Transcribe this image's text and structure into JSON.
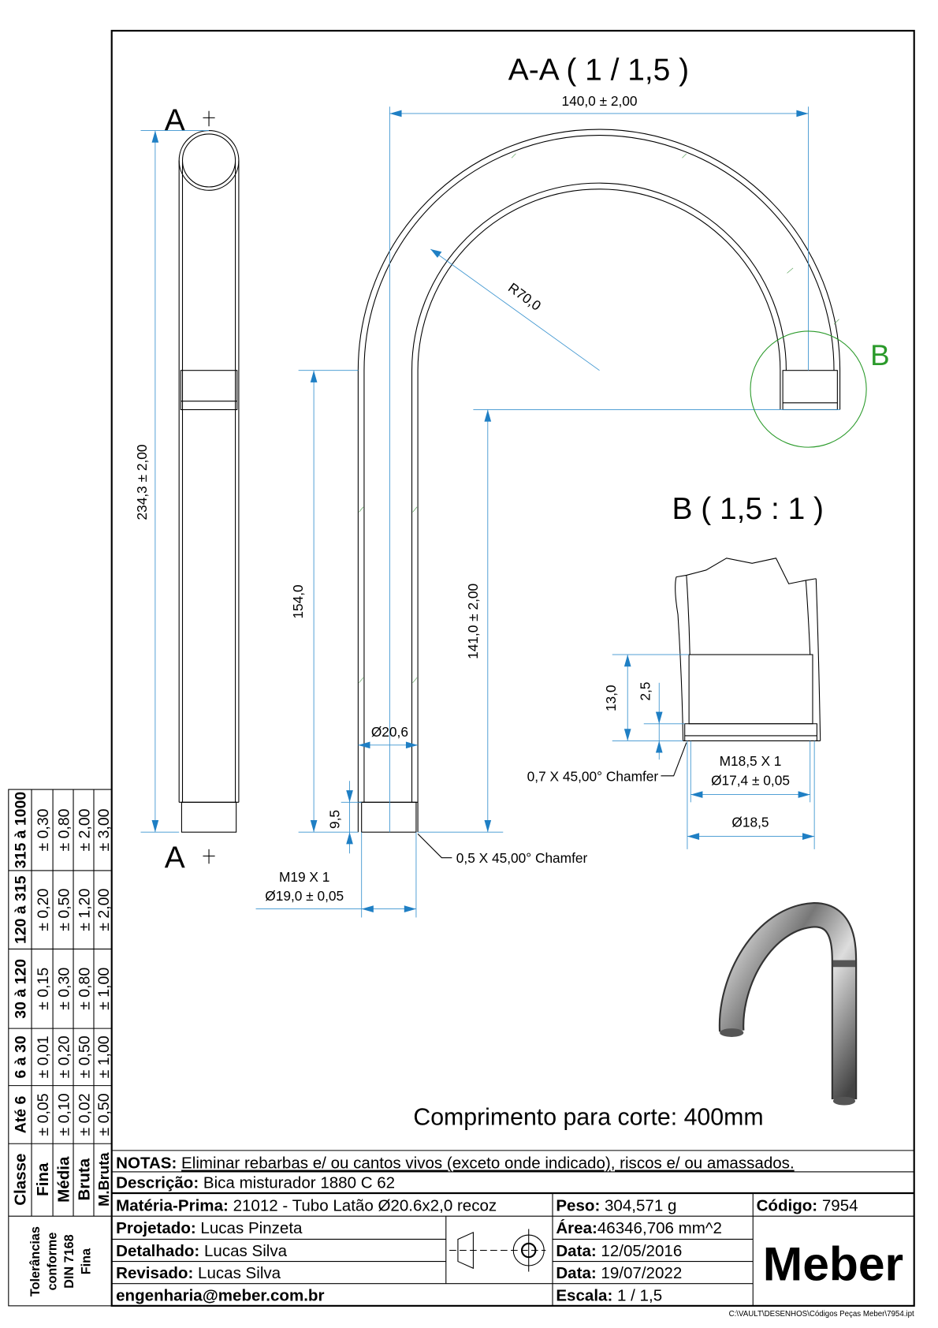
{
  "colors": {
    "dimension": "#3a93cf",
    "detail_circle": "#2a9a2a",
    "line": "#000000"
  },
  "side_view": {
    "section_label_top": "A",
    "section_label_bottom": "A",
    "height_dim": "234,3 ± 2,00"
  },
  "section_view": {
    "title": "A-A ( 1 / 1,5 )",
    "width_dim": "140,0 ± 2,00",
    "radius_dim": "R70,0",
    "left_leg_dim": "154,0",
    "right_leg_dim": "141,0 ± 2,00",
    "tube_diameter": "Ø20,6",
    "thread_length": "9,5",
    "thread_spec": "M19 X 1",
    "thread_diameter": "Ø19,0 ± 0,05",
    "chamfer": "0,5 X 45,00° Chamfer",
    "detail_label": "B"
  },
  "detail_view": {
    "title": "B ( 1,5 : 1 )",
    "depth_dim": "13,0",
    "step_dim": "2,5",
    "chamfer": "0,7 X 45,00° Chamfer",
    "thread_spec": "M18,5 X 1",
    "inner_diameter": "Ø17,4 ± 0,05",
    "outer_diameter": "Ø18,5"
  },
  "cut_length": "Comprimento para corte: 400mm",
  "title_block": {
    "notes_label": "NOTAS:",
    "notes": "Eliminar rebarbas e/ ou cantos vivos (exceto onde indicado), riscos e/ ou amassados.",
    "description_label": "Descrição:",
    "description": "Bica misturador 1880 C 62",
    "material_label": "Matéria-Prima:",
    "material": "21012 - Tubo Latão Ø20.6x2,0 recoz",
    "weight_label": "Peso:",
    "weight": "304,571 g",
    "code_label": "Código:",
    "code": "7954",
    "designed_label": "Projetado:",
    "designed": "Lucas Pinzeta",
    "detailed_label": "Detalhado:",
    "detailed": "Lucas Silva",
    "revised_label": "Revisado:",
    "revised": "Lucas Silva",
    "email": "engenharia@meber.com.br",
    "area_label": "Área:",
    "area": "46346,706 mm^2",
    "date1_label": "Data:",
    "date1": "12/05/2016",
    "date2_label": "Data:",
    "date2": "19/07/2022",
    "scale_label": "Escala:",
    "scale": "1 / 1,5",
    "logo": "Meber",
    "file_path": "C:\\VAULT\\DESENHOS\\Códigos Peças Meber\\7954.ipt"
  },
  "tolerance_table": {
    "header": "Classe",
    "ranges": [
      "Até 6",
      "6 à 30",
      "30 à 120",
      "120 à 315",
      "315 à 1000"
    ],
    "classes": [
      {
        "name": "Fina",
        "values": [
          "± 0,05",
          "± 0,01",
          "± 0,15",
          "± 0,20",
          "± 0,30"
        ]
      },
      {
        "name": "Média",
        "values": [
          "± 0,10",
          "± 0,20",
          "± 0,30",
          "± 0,50",
          "± 0,80"
        ]
      },
      {
        "name": "Bruta",
        "values": [
          "± 0,02",
          "± 0,50",
          "± 0,80",
          "± 1,20",
          "± 2,00"
        ]
      },
      {
        "name": "M.Bruta",
        "values": [
          "± 0,50",
          "± 1,00",
          "± 1,00",
          "± 2,00",
          "± 3,00"
        ]
      }
    ],
    "footer": [
      "Tolerâncias",
      "conforme",
      "DIN 7168",
      "Fina"
    ]
  }
}
